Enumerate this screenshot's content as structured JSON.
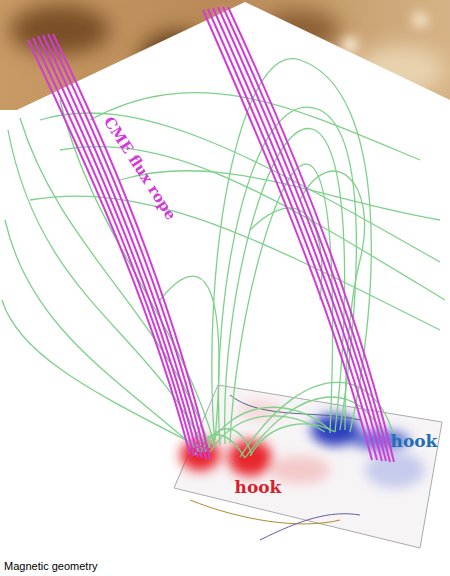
{
  "diagram": {
    "labels": [
      "CME flux rope",
      "hook",
      "hook",
      "Magnetic geometry"
    ]
  }
}
